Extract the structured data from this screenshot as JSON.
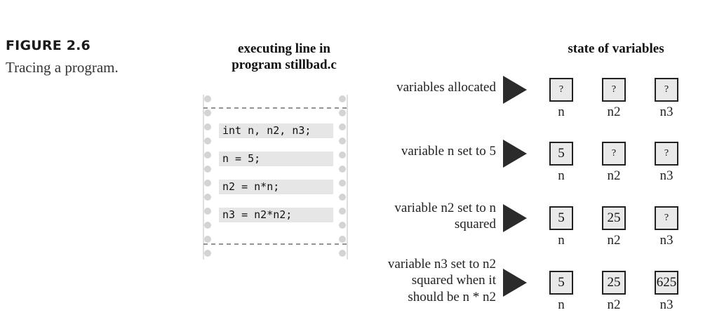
{
  "figure": {
    "label": "FIGURE 2.6",
    "caption": "Tracing a program."
  },
  "executing_header": "executing line in program stillbad.c",
  "state_header": "state of variables",
  "code_lines": [
    "int n, n2, n3;",
    "n = 5;",
    "n2 = n*n;",
    "n3 = n2*n2;"
  ],
  "steps": [
    {
      "label": [
        "variables allocated"
      ],
      "values": [
        "?",
        "?",
        "?"
      ],
      "names": [
        "n",
        "n2",
        "n3"
      ]
    },
    {
      "label": [
        "variable n set to 5"
      ],
      "values": [
        "5",
        "?",
        "?"
      ],
      "names": [
        "n",
        "n2",
        "n3"
      ]
    },
    {
      "label": [
        "variable n2 set to n",
        "squared"
      ],
      "values": [
        "5",
        "25",
        "?"
      ],
      "names": [
        "n",
        "n2",
        "n3"
      ]
    },
    {
      "label": [
        "variable n3 set to n2",
        "squared when it",
        "should be n * n2"
      ],
      "values": [
        "5",
        "25",
        "625"
      ],
      "names": [
        "n",
        "n2",
        "n3"
      ]
    }
  ],
  "colors": {
    "box_fill": "#e9e9e9",
    "code_fill": "#e6e6e6",
    "arrow": "#2b2b2b",
    "sprocket": "#d4d4d4"
  }
}
